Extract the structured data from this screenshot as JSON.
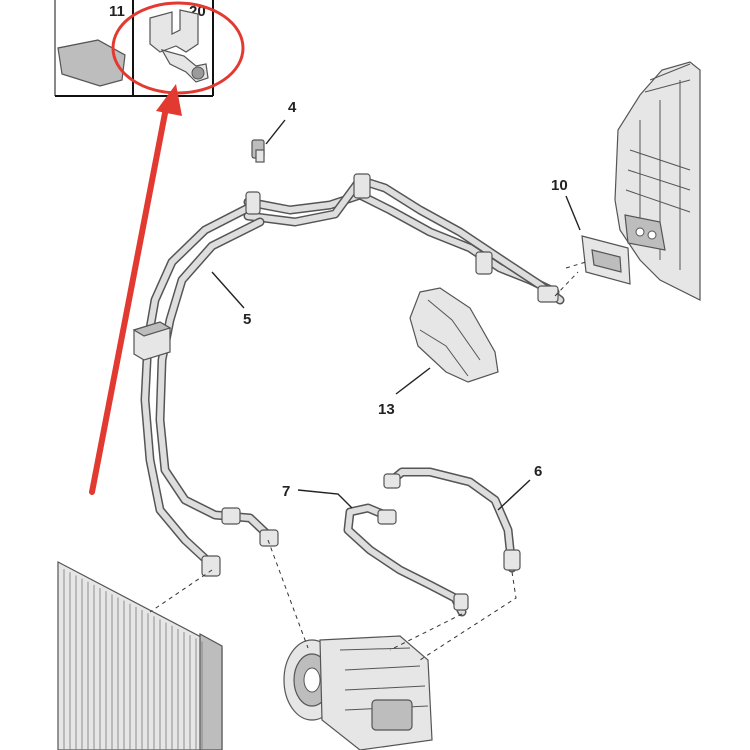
{
  "labels": {
    "part_11": "11",
    "part_20": "20",
    "part_4": "4",
    "part_5": "5",
    "part_10": "10",
    "part_13": "13",
    "part_7": "7",
    "part_6": "6"
  },
  "colors": {
    "highlight": "#e23a30",
    "line": "#555555",
    "part_fill": "#e6e6e6"
  }
}
